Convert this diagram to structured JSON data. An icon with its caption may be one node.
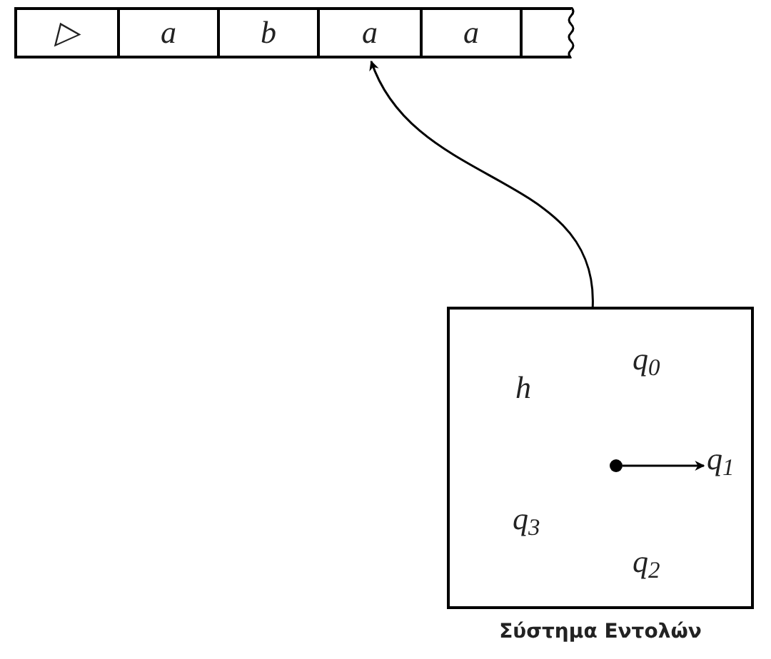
{
  "diagram": {
    "nodes": [
      {
        "text": [
          "▷"
        ]
      },
      {
        "text": [
          "a"
        ]
      },
      {
        "text": [
          "b"
        ]
      },
      {
        "text": [
          "a"
        ]
      },
      {
        "text": [
          "a"
        ]
      },
      {
        "text": [],
        "shape": "box"
      },
      {
        "text": [
          "Σύστημα Εντολών"
        ]
      },
      {
        "text": [
          "q$_{0}$"
        ],
        "in": 6
      },
      {
        "text": [
          "h"
        ],
        "in": 6
      },
      {
        "text": [],
        "shape": "circle",
        "in": 6
      },
      {
        "text": [
          "q$_{1}$"
        ],
        "in": 6
      },
      {
        "text": [
          "q$_{3}$"
        ],
        "in": 6
      },
      {
        "text": [
          "q$_{2}$"
        ],
        "in": 6
      }
    ],
    "edges": [
      {
        "from": 6,
        "to": 3,
        "arrow": "to"
      },
      {
        "from": 9,
        "to": 10,
        "arrow": "to"
      }
    ]
  }
}
